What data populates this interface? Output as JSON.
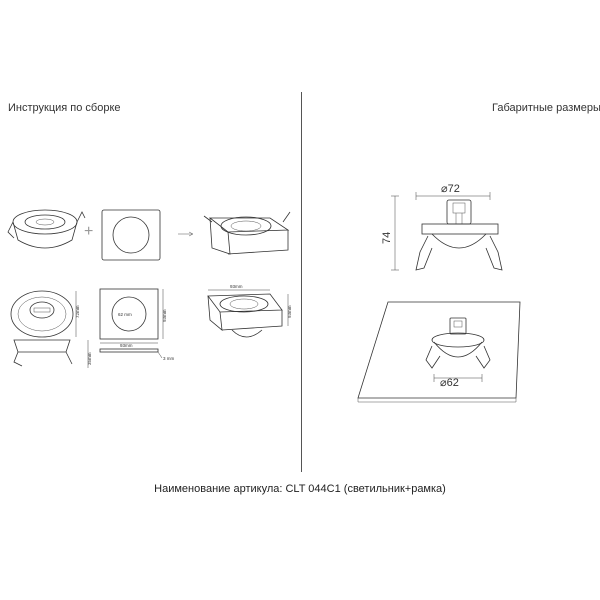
{
  "headings": {
    "assembly": "Инструкция по сборке",
    "dimensions": "Габаритные размеры"
  },
  "caption": "Наименование артикула: CLT 044C1 (светильник+рамка)",
  "assembly_dims": {
    "side_height": "72mm",
    "depth": "35mm",
    "frame_width": "93mm",
    "frame_height": "93mm",
    "frame_thickness": "3 mm",
    "hole": "62 mm",
    "assembled_width": "93mm",
    "assembled_height": "93mm"
  },
  "overall_dims": {
    "diameter": "⌀72",
    "height": "74",
    "cutout": "⌀62"
  }
}
